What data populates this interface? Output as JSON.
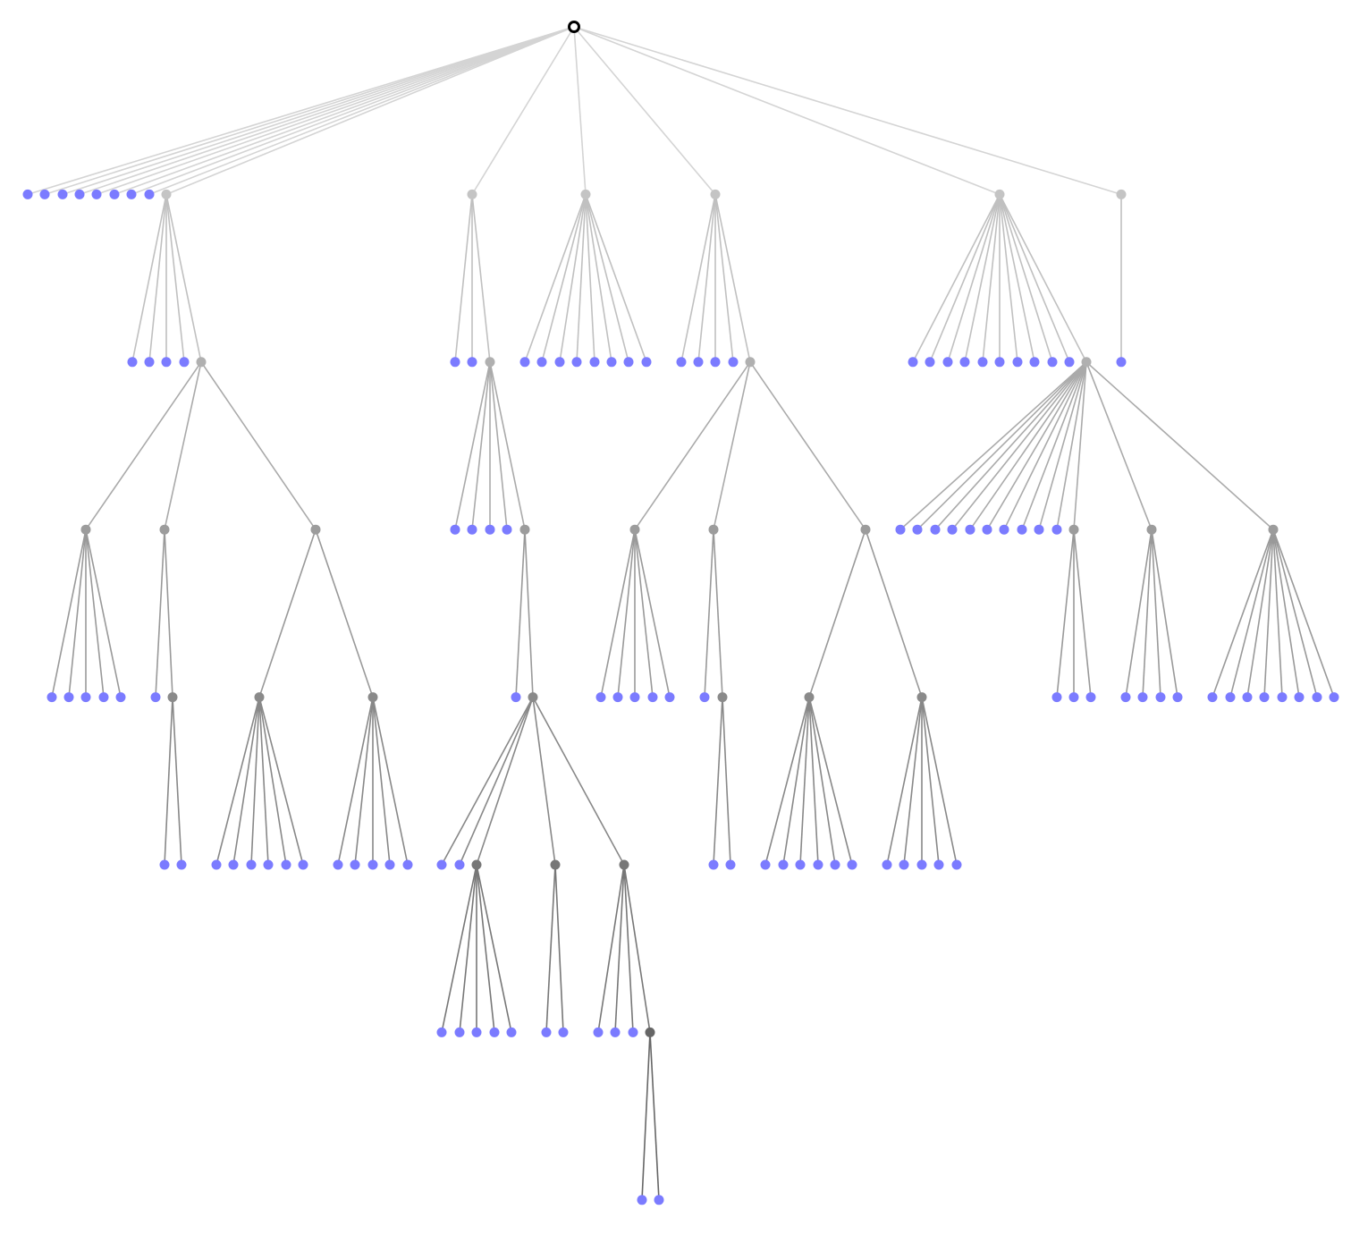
{
  "diagram": {
    "type": "tree",
    "tree": [
      0,
      0,
      0,
      0,
      0,
      0,
      0,
      0,
      [
        0,
        0,
        0,
        0,
        [
          [
            0,
            0,
            0,
            0,
            0
          ],
          [
            0,
            [
              0,
              0
            ]
          ],
          [
            [
              0,
              0,
              0,
              0,
              0,
              0
            ],
            [
              0,
              0,
              0,
              0,
              0
            ]
          ]
        ]
      ],
      [
        0,
        0,
        [
          0,
          0,
          0,
          0,
          [
            0,
            [
              0,
              0,
              [
                0,
                0,
                0,
                0,
                0
              ],
              [
                0,
                0
              ],
              [
                0,
                0,
                0,
                [
                  0,
                  0
                ]
              ]
            ]
          ]
        ]
      ],
      [
        0,
        0,
        0,
        0,
        0,
        0,
        0,
        0
      ],
      [
        0,
        0,
        0,
        0,
        [
          [
            0,
            0,
            0,
            0,
            0
          ],
          [
            0,
            [
              0,
              0
            ]
          ],
          [
            [
              0,
              0,
              0,
              0,
              0,
              0
            ],
            [
              0,
              0,
              0,
              0,
              0
            ]
          ]
        ]
      ],
      [
        0,
        0,
        0,
        0,
        0,
        0,
        0,
        0,
        0,
        0,
        [
          0,
          0,
          0,
          0,
          0,
          0,
          0,
          0,
          0,
          0,
          [
            0,
            0,
            0
          ],
          [
            0,
            0,
            0,
            0
          ],
          [
            0,
            0,
            0,
            0,
            0,
            0,
            0,
            0
          ]
        ]
      ],
      [
        0
      ]
    ],
    "colors": {
      "leaf": "#7b7bff",
      "root_fill": "#ffffff",
      "root_stroke": "#000000",
      "internal_by_depth": [
        "#000000",
        "#c4c4c4",
        "#b0b0b0",
        "#9c9c9c",
        "#8a8a8a",
        "#777777",
        "#666666"
      ],
      "edge_by_depth": [
        "#d4d4d4",
        "#c0c0c0",
        "#aaaaaa",
        "#999999",
        "#888888",
        "#777777",
        "#666666"
      ]
    }
  }
}
